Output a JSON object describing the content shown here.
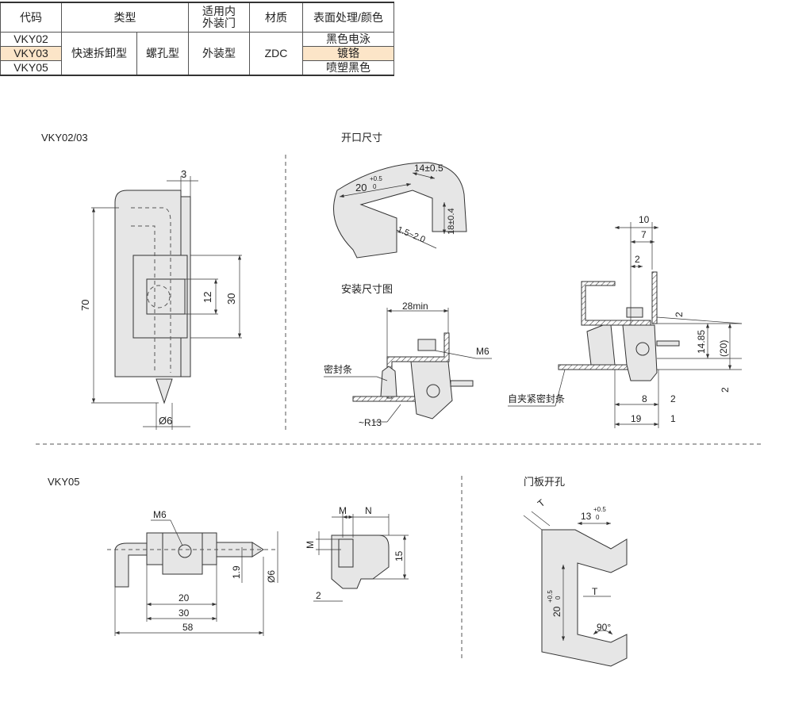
{
  "table": {
    "headers": {
      "code": "代码",
      "type": "类型",
      "door": "适用内外装门",
      "door_l1": "适用内",
      "door_l2": "外装门",
      "material": "材质",
      "finish": "表面处理/颜色"
    },
    "rows": [
      {
        "code": "VKY02",
        "finish": "黑色电泳"
      },
      {
        "code": "VKY03",
        "finish": "镀铬"
      },
      {
        "code": "VKY05",
        "finish": "喷塑黑色"
      }
    ],
    "type_1": "快速拆卸型",
    "type_2": "螺孔型",
    "door_value": "外装型",
    "material_value": "ZDC",
    "highlight_color": "#fce5c8"
  },
  "sections": {
    "vky0203": "VKY02/03",
    "opening": "开口尺寸",
    "install": "安装尺寸图",
    "vky05": "VKY05",
    "door_hole": "门板开孔"
  },
  "vky0203_dims": {
    "d3": "3",
    "d70": "70",
    "d12": "12",
    "d30": "30",
    "phi6": "Ø6"
  },
  "opening_dims": {
    "d20": "20",
    "tol_plus": "+0.5",
    "tol_zero": "0",
    "d14": "14±0.5",
    "d18": "18±0.4",
    "thick": "1.5~2.0"
  },
  "install_dims": {
    "d28": "28min",
    "m6": "M6",
    "seal": "密封条",
    "r13": "~R13"
  },
  "side_dims": {
    "d10": "10",
    "d7": "7",
    "d2a": "2",
    "d2b": "2",
    "d1485": "14.85",
    "d20p": "(20)",
    "d2c": "2",
    "d8": "8",
    "d2d": "2",
    "d19": "19",
    "d1": "1",
    "seal": "自夹紧密封条"
  },
  "vky05_dims": {
    "m6": "M6",
    "d20": "20",
    "d30": "30",
    "d58": "58",
    "d19": "1.9",
    "phi6": "Ø6",
    "m": "M",
    "n": "N",
    "m2": "M",
    "d15": "15",
    "d2": "2"
  },
  "hole_dims": {
    "t1": "T",
    "d13": "13",
    "tol_plus": "+0.5",
    "tol_zero": "0",
    "d20": "20",
    "t2": "T",
    "angle": "90°"
  }
}
